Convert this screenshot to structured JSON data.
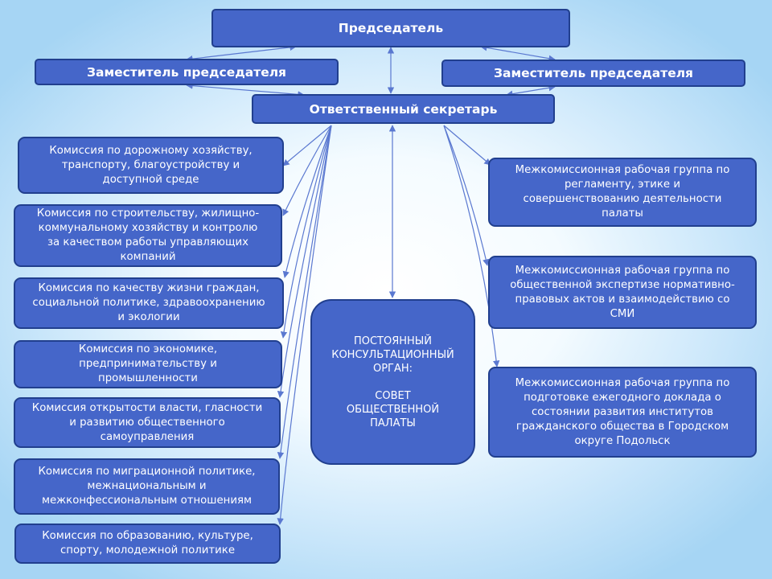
{
  "chairman": "Председатель",
  "deputy_left": "Заместитель председателя",
  "deputy_right": "Заместитель председателя",
  "secretary": "Ответственный секретарь",
  "commissions": [
    "Комиссия по дорожному хозяйству,\nтранспорту, благоустройству и\nдоступной среде",
    "Комиссия по строительству, жилищно-\nкоммунальному хозяйству и контролю\nза качеством работы управляющих\nкомпаний",
    "Комиссия по качеству жизни граждан,\nсоциальной политике, здравоохранению\nи экологии",
    "Комиссия по экономике,\nпредпринимательству и\nпромышленности",
    "Комиссия открытости власти, гласности\nи развитию общественного\nсамоуправления",
    "Комиссия по миграционной политике,\nмежнациональным и\nмежконфессиональным отношениям",
    "Комиссия по образованию, культуре,\nспорту, молодежной политике"
  ],
  "working_groups": [
    "Межкомиссионная рабочая группа по\nрегламенту, этике и\nсовершенствованию деятельности\nпалаты",
    "Межкомиссионная рабочая группа по\nобщественной экспертизе нормативно-\nправовых актов и взаимодействию со\nСМИ",
    "Межкомиссионная рабочая группа по\nподготовке ежегодного доклада о\nсостоянии развития институтов\nгражданского общества в Городском\nокруге Подольск"
  ],
  "council": {
    "label": "ПОСТОЯННЫЙ\nКОНСУЛЬТАЦИОННЫЙ\nОРГАН:\n\nСОВЕТ\nОБЩЕСТВЕННОЙ\nПАЛАТЫ"
  },
  "colors": {
    "box_fill": "#4566c9",
    "box_border": "#213f8e",
    "connector": "#5a78d0"
  }
}
